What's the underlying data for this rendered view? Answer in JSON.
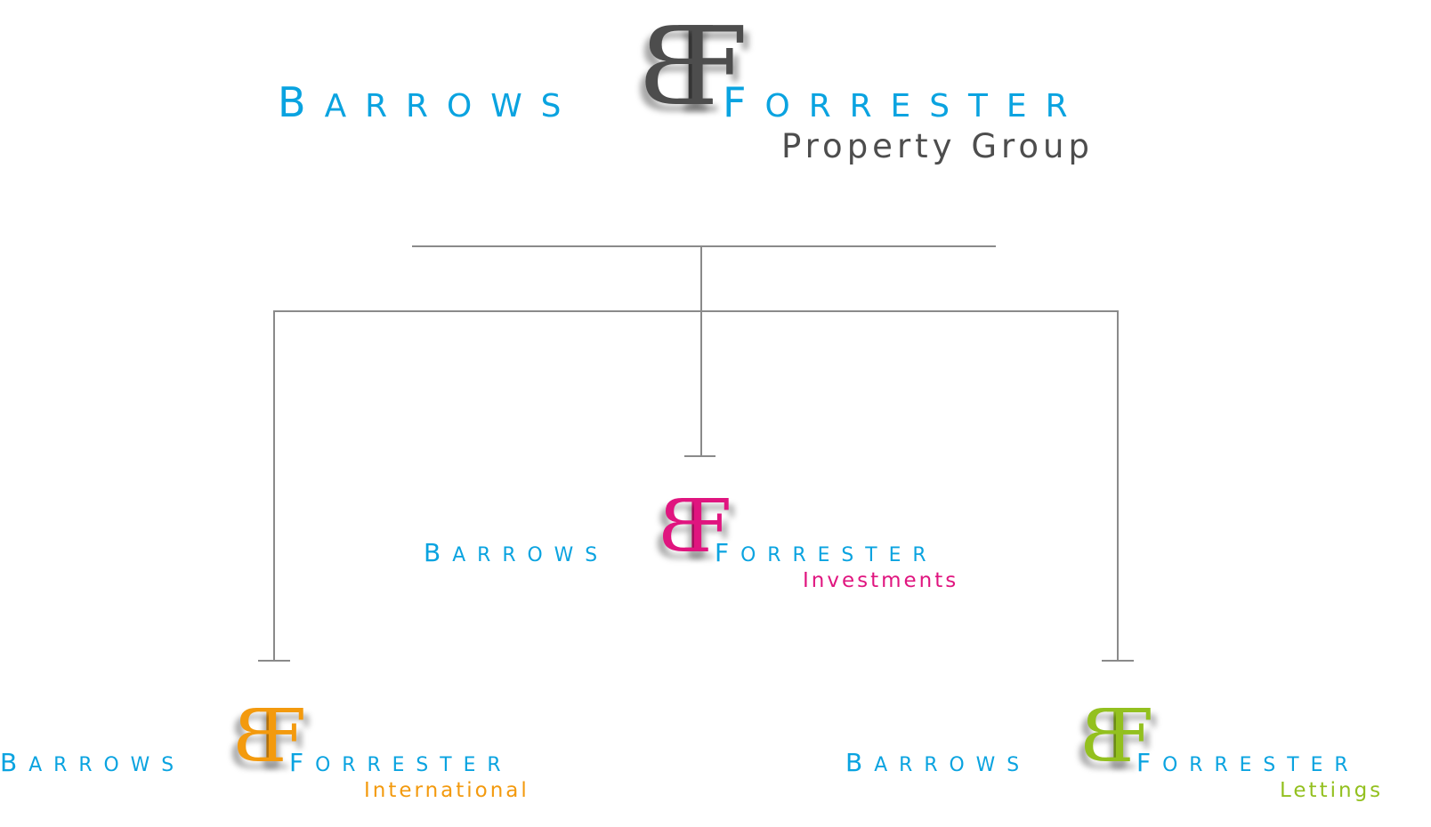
{
  "brand": {
    "left_word": "Barrows",
    "right_word": "Forrester",
    "monogram_left": "B",
    "monogram_right": "F",
    "word_color": "#0aa3e0"
  },
  "parent": {
    "subtitle": "Property Group",
    "subtitle_color": "#4d4d4d",
    "monogram_color": "#4d4d4d"
  },
  "children": [
    {
      "id": "investments",
      "subtitle": "Investments",
      "color": "#e0157f"
    },
    {
      "id": "international",
      "subtitle": "International",
      "color": "#f39a0e"
    },
    {
      "id": "lettings",
      "subtitle": "Lettings",
      "color": "#93c01f"
    }
  ],
  "connector_color": "#8a8a8a"
}
